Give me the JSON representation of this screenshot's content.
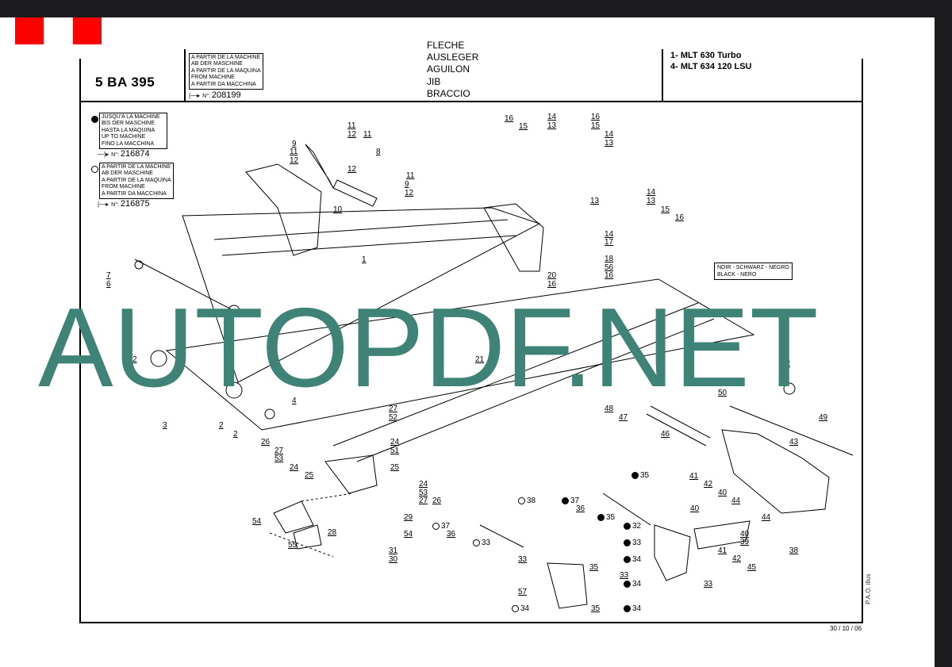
{
  "header": {
    "code": "5 BA 395",
    "from_lines": [
      "A PARTIR DE LA MACHINE",
      "AB DER MASCHINE",
      "A PARTIR DE LA MAQUINA",
      "FROM MACHINE",
      "A PARTIR DA MACCHINA"
    ],
    "serial_prefix": "N°: ",
    "from_serial": "208199",
    "titles": [
      "FLECHE",
      "AUSLEGER",
      "AGUILON",
      "JIB",
      "BRACCIO"
    ],
    "models": [
      "1- MLT 630 Turbo",
      "4- MLT 634 120 LSU"
    ]
  },
  "legend": {
    "until_lines": [
      "JUSQU'A LA MACHINE",
      "BIS DER MASCHINE",
      "HASTA LA MAQUINA",
      "UP TO MACHINE",
      "FINO LA MACCHINA"
    ],
    "until_serial": "216874",
    "from_lines": [
      "A PARTIR DE LA MACHINE",
      "AB DER MASCHINE",
      "A PARTIR DE LA MAQUINA",
      "FROM MACHINE",
      "A PARTIR DA MACCHINA"
    ],
    "from_serial": "216875",
    "color_note": [
      "NOIR - SCHWARZ - NEGRO",
      "BLACK - NERO"
    ]
  },
  "callouts": [
    "11",
    "11",
    "12",
    "9",
    "11",
    "12",
    "8",
    "12",
    "11",
    "9",
    "12",
    "10",
    "1",
    "16",
    "15",
    "14",
    "13",
    "16",
    "15",
    "14",
    "13",
    "13",
    "14",
    "13",
    "15",
    "16",
    "14",
    "17",
    "18",
    "56",
    "16",
    "20",
    "16",
    "7",
    "6",
    "2",
    "21",
    "22",
    "3",
    "2",
    "2",
    "4",
    "27",
    "52",
    "26",
    "27",
    "53",
    "24",
    "25",
    "24",
    "51",
    "25",
    "24",
    "53",
    "27",
    "26",
    "29",
    "54",
    "54",
    "55",
    "28",
    "31",
    "30",
    "48",
    "47",
    "46",
    "43",
    "49",
    "50",
    "35",
    "41",
    "42",
    "40",
    "40",
    "44",
    "44",
    "40",
    "39",
    "41",
    "42",
    "45",
    "38",
    "37",
    "36",
    "35",
    "38",
    "37",
    "36",
    "33",
    "33",
    "35",
    "33",
    "57",
    "34",
    "35",
    "34",
    "33",
    "32",
    "33",
    "34",
    "34"
  ],
  "watermark": "AUTOPDF.NET",
  "footer": {
    "illus": "P.A.O. illus",
    "date": "30 / 10 / 06"
  }
}
